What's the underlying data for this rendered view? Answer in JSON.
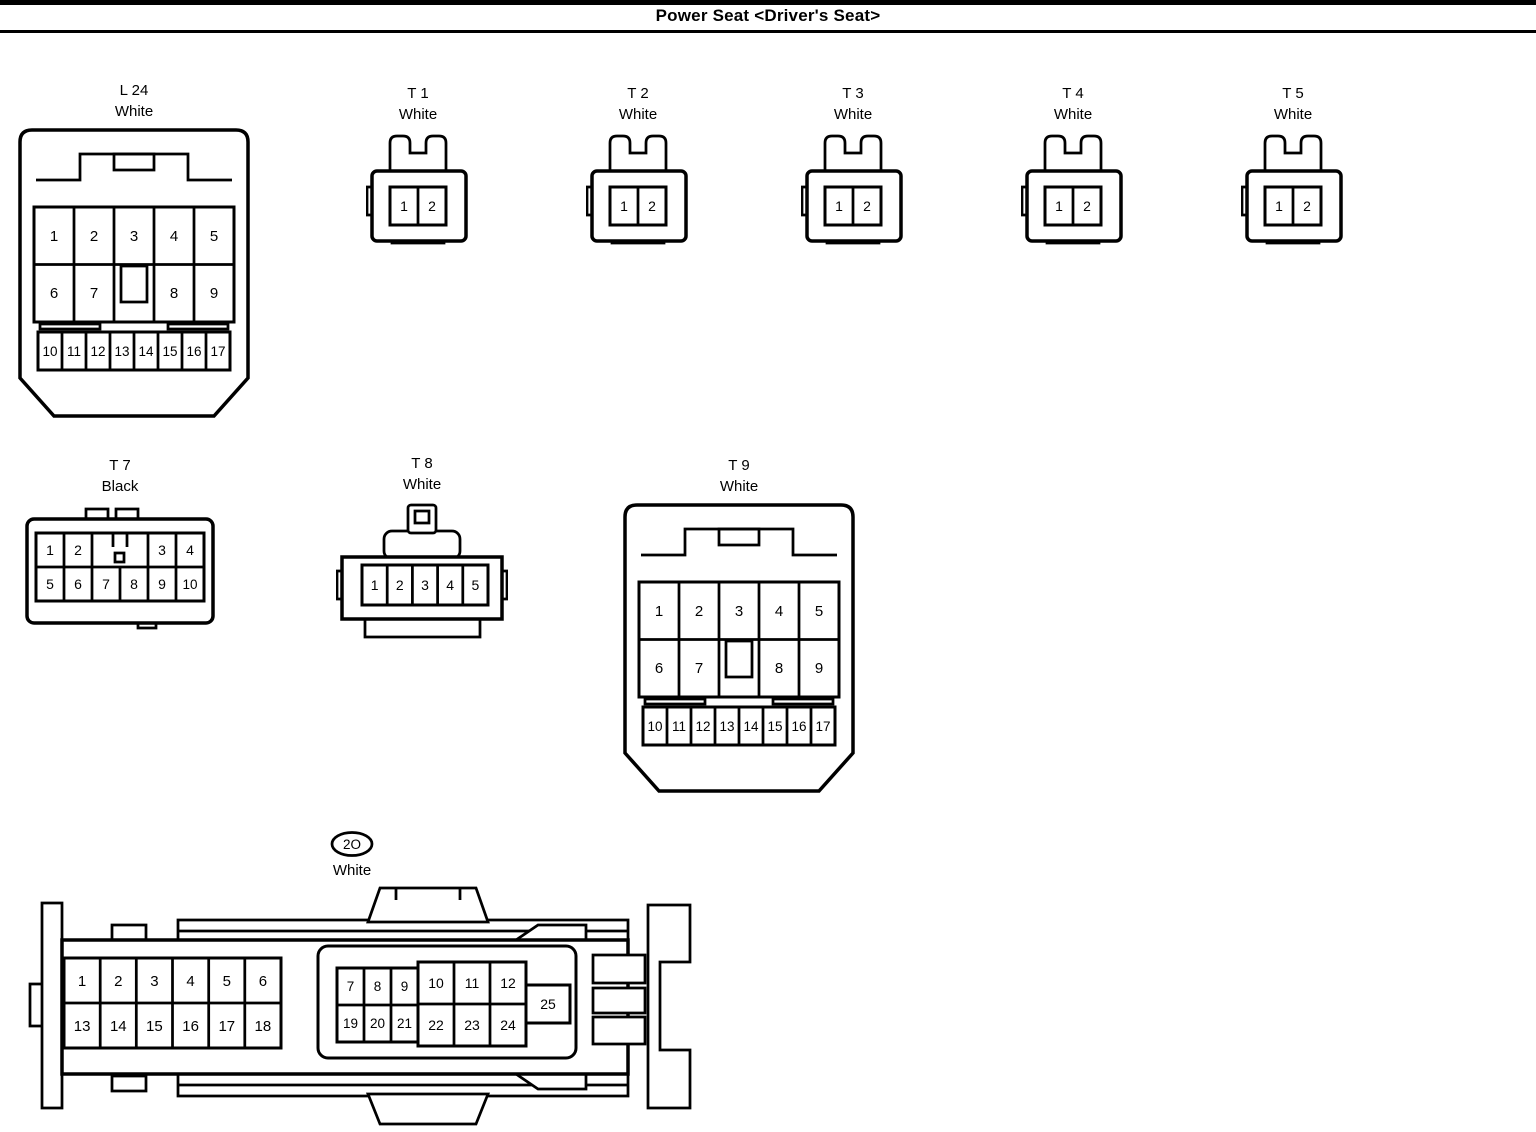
{
  "page": {
    "title": "Power Seat <Driver's Seat>"
  },
  "connectors": {
    "l24": {
      "id": "L 24",
      "color": "White",
      "row1": [
        "1",
        "2",
        "3",
        "4",
        "5"
      ],
      "row2": [
        "6",
        "7",
        "8",
        "9"
      ],
      "row3": [
        "10",
        "11",
        "12",
        "13",
        "14",
        "15",
        "16",
        "17"
      ]
    },
    "t1": {
      "id": "T 1",
      "color": "White",
      "pins": [
        "1",
        "2"
      ]
    },
    "t2": {
      "id": "T 2",
      "color": "White",
      "pins": [
        "1",
        "2"
      ]
    },
    "t3": {
      "id": "T 3",
      "color": "White",
      "pins": [
        "1",
        "2"
      ]
    },
    "t4": {
      "id": "T 4",
      "color": "White",
      "pins": [
        "1",
        "2"
      ]
    },
    "t5": {
      "id": "T 5",
      "color": "White",
      "pins": [
        "1",
        "2"
      ]
    },
    "t7": {
      "id": "T 7",
      "color": "Black",
      "row1": [
        "1",
        "2",
        "3",
        "4"
      ],
      "row2": [
        "5",
        "6",
        "7",
        "8",
        "9",
        "10"
      ]
    },
    "t8": {
      "id": "T 8",
      "color": "White",
      "pins": [
        "1",
        "2",
        "3",
        "4",
        "5"
      ]
    },
    "t9": {
      "id": "T 9",
      "color": "White",
      "row1": [
        "1",
        "2",
        "3",
        "4",
        "5"
      ],
      "row2": [
        "6",
        "7",
        "8",
        "9"
      ],
      "row3": [
        "10",
        "11",
        "12",
        "13",
        "14",
        "15",
        "16",
        "17"
      ]
    },
    "c2o": {
      "id": "2O",
      "color": "White",
      "left_row1": [
        "1",
        "2",
        "3",
        "4",
        "5",
        "6"
      ],
      "left_row2": [
        "13",
        "14",
        "15",
        "16",
        "17",
        "18"
      ],
      "mid_row1": [
        "7",
        "8",
        "9"
      ],
      "mid_row2": [
        "19",
        "20",
        "21"
      ],
      "right_row1": [
        "10",
        "11",
        "12"
      ],
      "right_row2": [
        "22",
        "23",
        "24"
      ],
      "single": "25"
    }
  }
}
